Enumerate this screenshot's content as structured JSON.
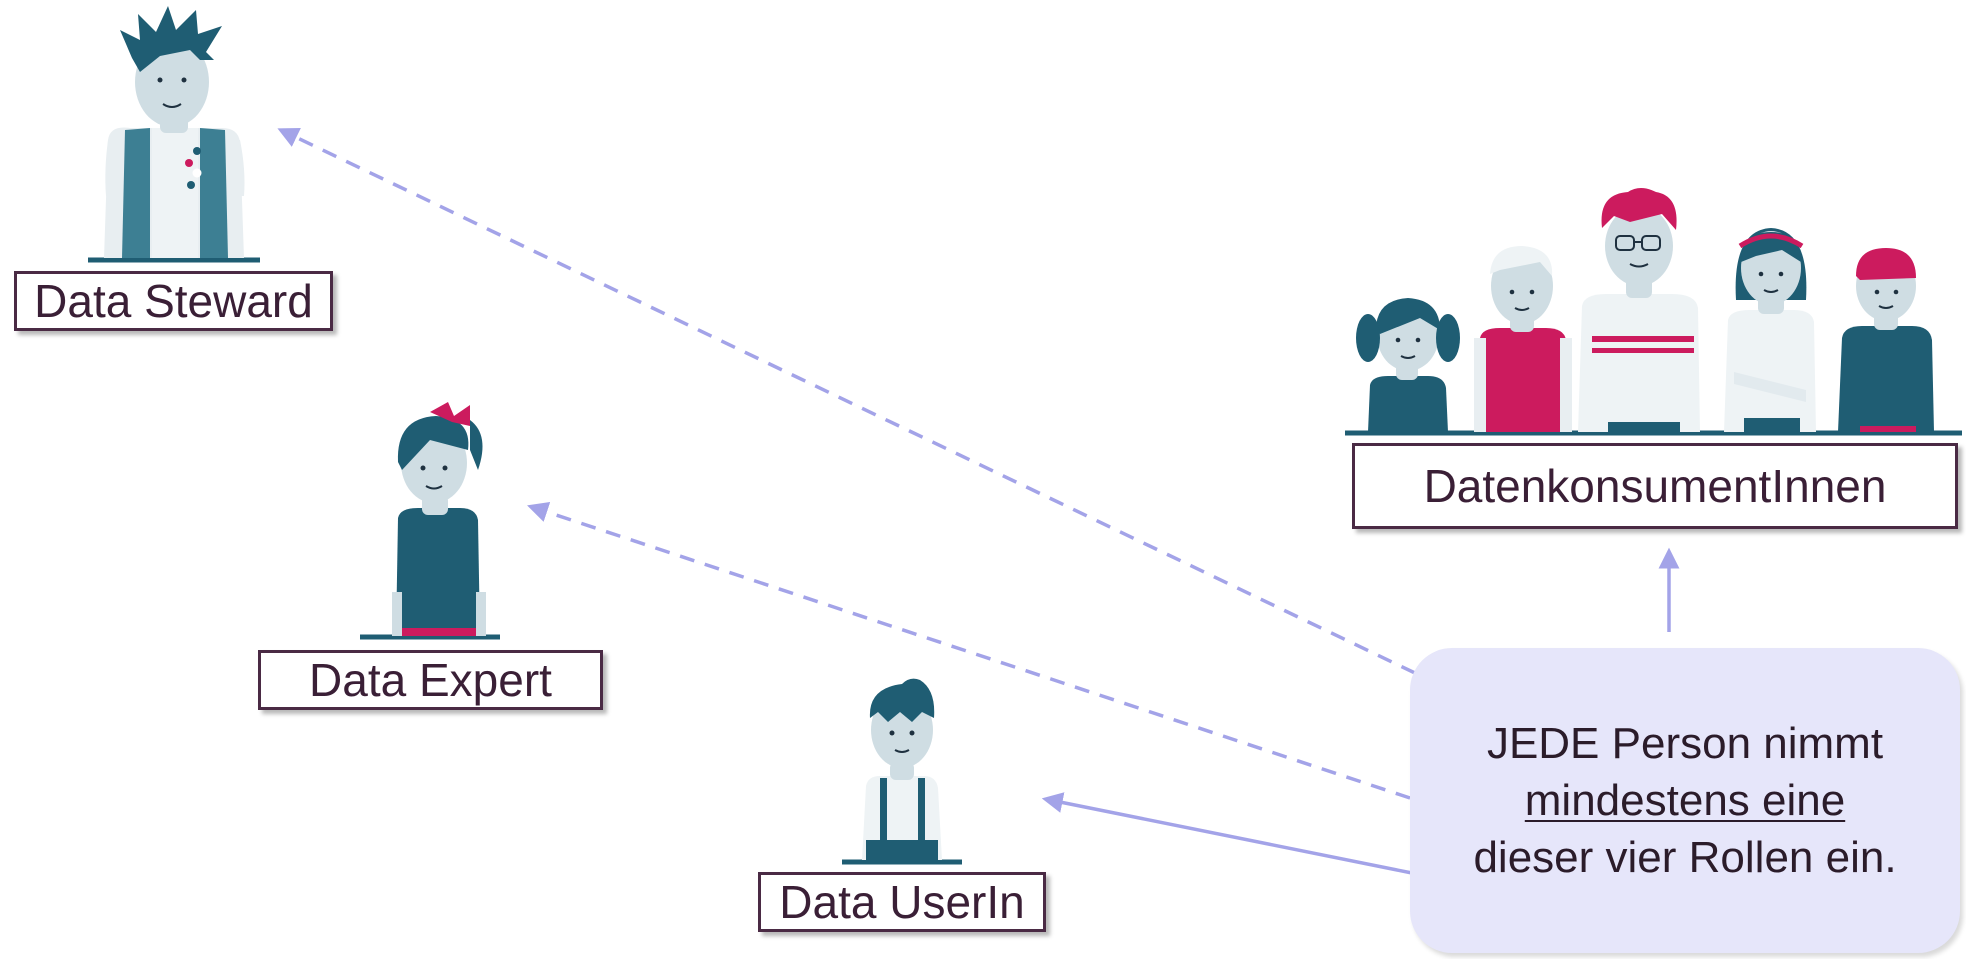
{
  "roles": {
    "steward": "Data Steward",
    "expert": "Data Expert",
    "user": "Data UserIn",
    "consumers": "DatenkonsumentInnen"
  },
  "info": {
    "line1": "JEDE Person nimmt",
    "line2": "mindestens eine",
    "line3": "dieser vier Rollen ein."
  },
  "colors": {
    "teal": "#1f5d73",
    "skin": "#cfdde3",
    "magenta": "#cc1b5e",
    "arrow": "#a3a3e8",
    "box_border": "#4a2a44",
    "info_bg": "#e6e6fa"
  }
}
